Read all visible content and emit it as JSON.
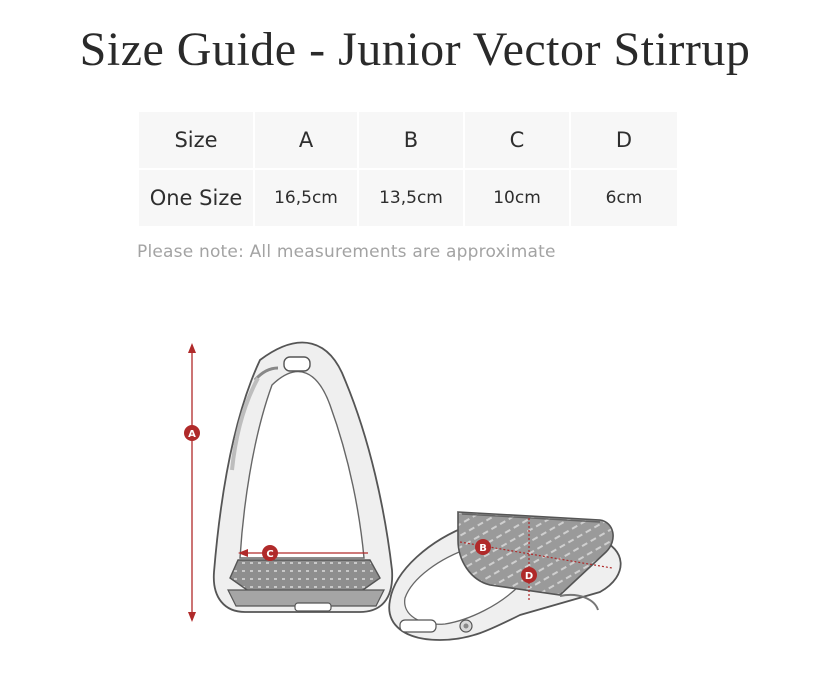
{
  "title": "Size Guide - Junior Vector Stirrup",
  "table": {
    "headers": [
      "Size",
      "A",
      "B",
      "C",
      "D"
    ],
    "rows": [
      [
        "One Size",
        "16,5cm",
        "13,5cm",
        "10cm",
        "6cm"
      ]
    ]
  },
  "note": "Please note: All measurements are approximate",
  "diagram": {
    "markers": [
      "A",
      "B",
      "C",
      "D"
    ],
    "accent_color": "#b02a2a"
  }
}
